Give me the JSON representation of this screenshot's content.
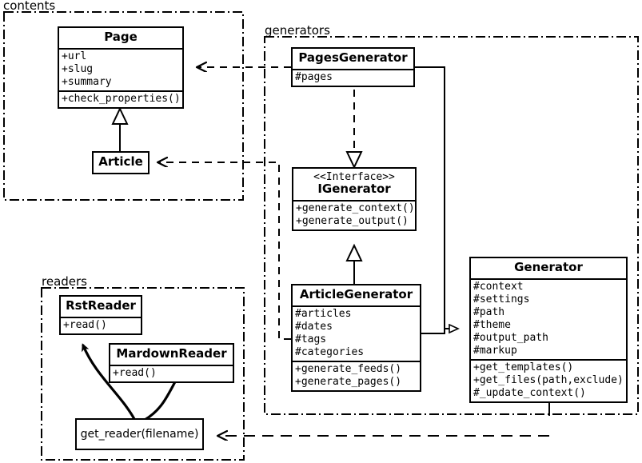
{
  "diagram": {
    "kind": "uml-class-diagram",
    "stroke_color": "#000000",
    "background_color": "#ffffff"
  },
  "packages": [
    {
      "id": "contents",
      "label": "contents"
    },
    {
      "id": "generators",
      "label": "generators"
    },
    {
      "id": "readers",
      "label": "readers"
    }
  ],
  "classes": {
    "page": {
      "name": "Page",
      "attributes": [
        "+url",
        "+slug",
        "+summary"
      ],
      "methods": [
        "+check_properties()"
      ]
    },
    "article": {
      "name": "Article"
    },
    "pages_generator": {
      "name": "PagesGenerator",
      "attributes": [
        "#pages"
      ]
    },
    "igenerator": {
      "stereotype": "<<Interface>>",
      "name": "IGenerator",
      "methods": [
        "+generate_context()",
        "+generate_output()"
      ]
    },
    "article_generator": {
      "name": "ArticleGenerator",
      "attributes": [
        "#articles",
        "#dates",
        "#tags",
        "#categories"
      ],
      "methods": [
        "+generate_feeds()",
        "+generate_pages()"
      ]
    },
    "generator": {
      "name": "Generator",
      "attributes": [
        "#context",
        "#settings",
        "#path",
        "#theme",
        "#output_path",
        "#markup"
      ],
      "methods": [
        "+get_templates()",
        "+get_files(path,exclude)",
        "#_update_context()"
      ]
    },
    "rst_reader": {
      "name": "RstReader",
      "methods": [
        "+read()"
      ]
    },
    "mardown_reader": {
      "name": "MardownReader",
      "methods": [
        "+read()"
      ]
    },
    "get_reader": {
      "name": "get_reader(filename)"
    }
  },
  "relations": [
    {
      "id": "article-page",
      "from": "Article",
      "to": "Page",
      "type": "generalization"
    },
    {
      "id": "pagesgenerator-page",
      "from": "PagesGenerator",
      "to": "Page",
      "type": "dependency"
    },
    {
      "id": "articlegenerator-article",
      "from": "ArticleGenerator",
      "to": "Article",
      "type": "dependency"
    },
    {
      "id": "pagesgenerator-igen",
      "from": "PagesGenerator",
      "to": "IGenerator",
      "type": "realization"
    },
    {
      "id": "articlegenerator-igen",
      "from": "ArticleGenerator",
      "to": "IGenerator",
      "type": "generalization"
    },
    {
      "id": "pagesgenerator-generator",
      "from": "PagesGenerator",
      "to": "Generator",
      "type": "generalization"
    },
    {
      "id": "articlegenerator-gen",
      "from": "ArticleGenerator",
      "to": "Generator",
      "type": "generalization"
    },
    {
      "id": "generator-getreader",
      "from": "Generator",
      "to": "get_reader(filename)",
      "type": "dependency"
    },
    {
      "id": "getreader-rstreader",
      "from": "get_reader(filename)",
      "to": "RstReader",
      "type": "dependency"
    },
    {
      "id": "getreader-mardownreader",
      "from": "get_reader(filename)",
      "to": "MardownReader",
      "type": "dependency"
    }
  ]
}
